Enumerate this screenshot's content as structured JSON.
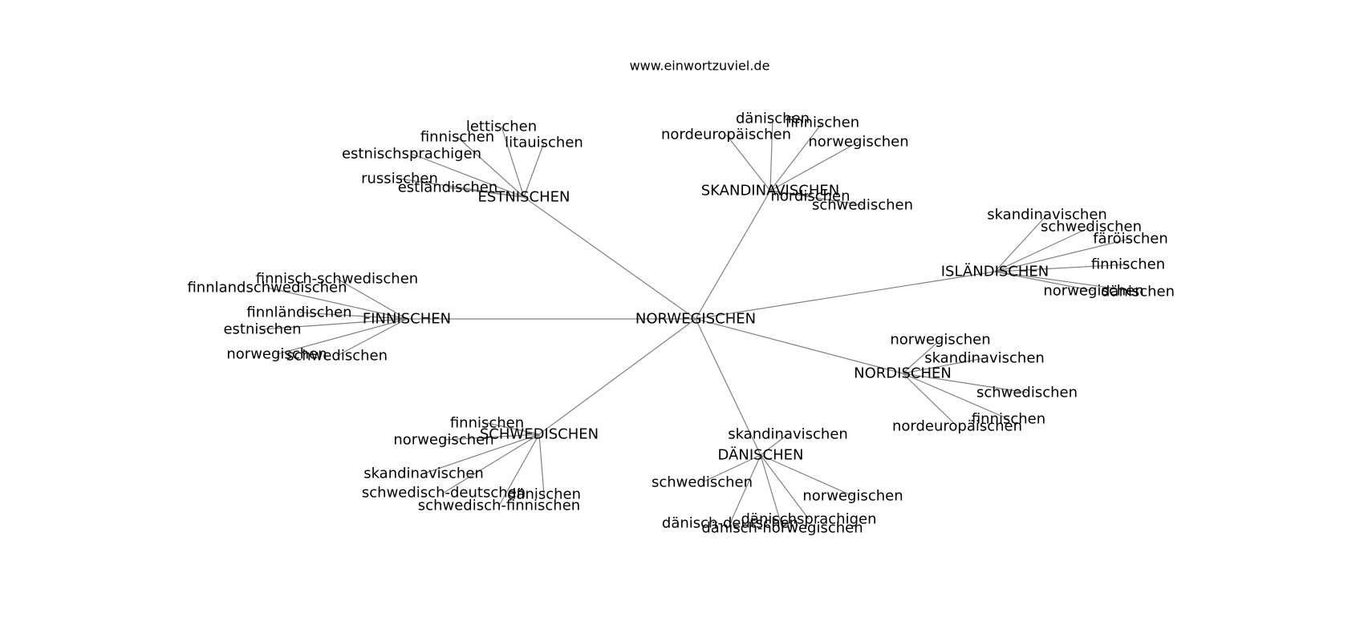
{
  "caption": "www.einwortzuviel.de",
  "colors": {
    "edge": "#808080",
    "text": "#000000",
    "background": "#ffffff"
  },
  "graph": {
    "center": "NORWEGISCHEN",
    "clusters": [
      {
        "hub": "ESTNISCHEN",
        "leaves": [
          "lettischen",
          "finnischen",
          "litauischen",
          "estnischsprachigen",
          "russischen",
          "estländischen"
        ]
      },
      {
        "hub": "SKANDINAVISCHEN",
        "leaves": [
          "dänischen",
          "finnischen",
          "nordeuropäischen",
          "norwegischen",
          "nordischen",
          "schwedischen"
        ]
      },
      {
        "hub": "ISLÄNDISCHEN",
        "leaves": [
          "skandinavischen",
          "schwedischen",
          "färöischen",
          "finnischen",
          "norwegischen",
          "dänischen"
        ]
      },
      {
        "hub": "FINNISCHEN",
        "leaves": [
          "finnisch-schwedischen",
          "finnlandschwedischen",
          "finnländischen",
          "estnischen",
          "norwegischen",
          "schwedischen"
        ]
      },
      {
        "hub": "NORDISCHEN",
        "leaves": [
          "norwegischen",
          "skandinavischen",
          "schwedischen",
          "finnischen",
          "nordeuropäischen"
        ]
      },
      {
        "hub": "SCHWEDISCHEN",
        "leaves": [
          "finnischen",
          "norwegischen",
          "skandinavischen",
          "schwedisch-deutschen",
          "dänischen",
          "schwedisch-finnischen"
        ]
      },
      {
        "hub": "DÄNISCHEN",
        "leaves": [
          "skandinavischen",
          "schwedischen",
          "norwegischen",
          "dänischsprachigen",
          "dänisch-deutschen",
          "dänisch-norwegischen"
        ]
      }
    ]
  }
}
